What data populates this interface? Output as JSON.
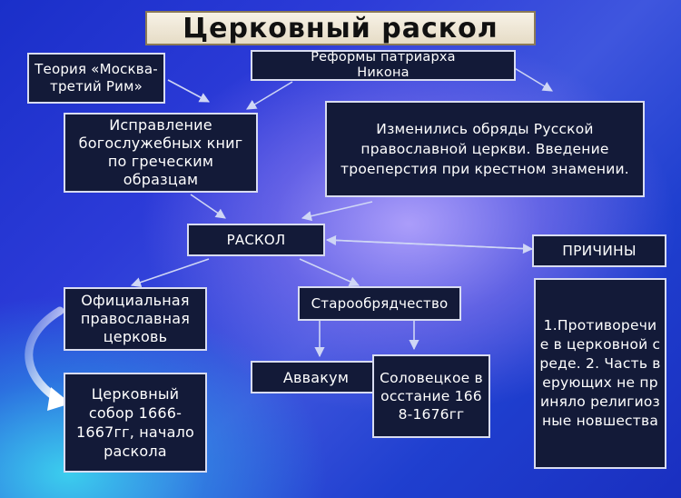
{
  "title": "Церковный раскол",
  "nodes": {
    "theory": "Теория «Москва-третий Рим»",
    "reforms": "Реформы патриарха Никона",
    "correction": "Исправление богослужебных книг по греческим образцам",
    "rites_changed": "Изменились обряды Русской православной церкви. Введение троеперстия при крестном знамении.",
    "schism": "РАСКОЛ",
    "reasons": "ПРИЧИНЫ",
    "official_church": "Официальная православная церковь",
    "old_believers": "Старообрядчество",
    "council": "Церковный собор 1666-1667гг, начало раскола",
    "avvakum": "Аввакум",
    "solovki": "Соловецкое восстание 1668-1676гг",
    "reasons_list": "1.Противоречие в церковной среде. 2. Часть верующих не приняло религиозные новшества"
  }
}
